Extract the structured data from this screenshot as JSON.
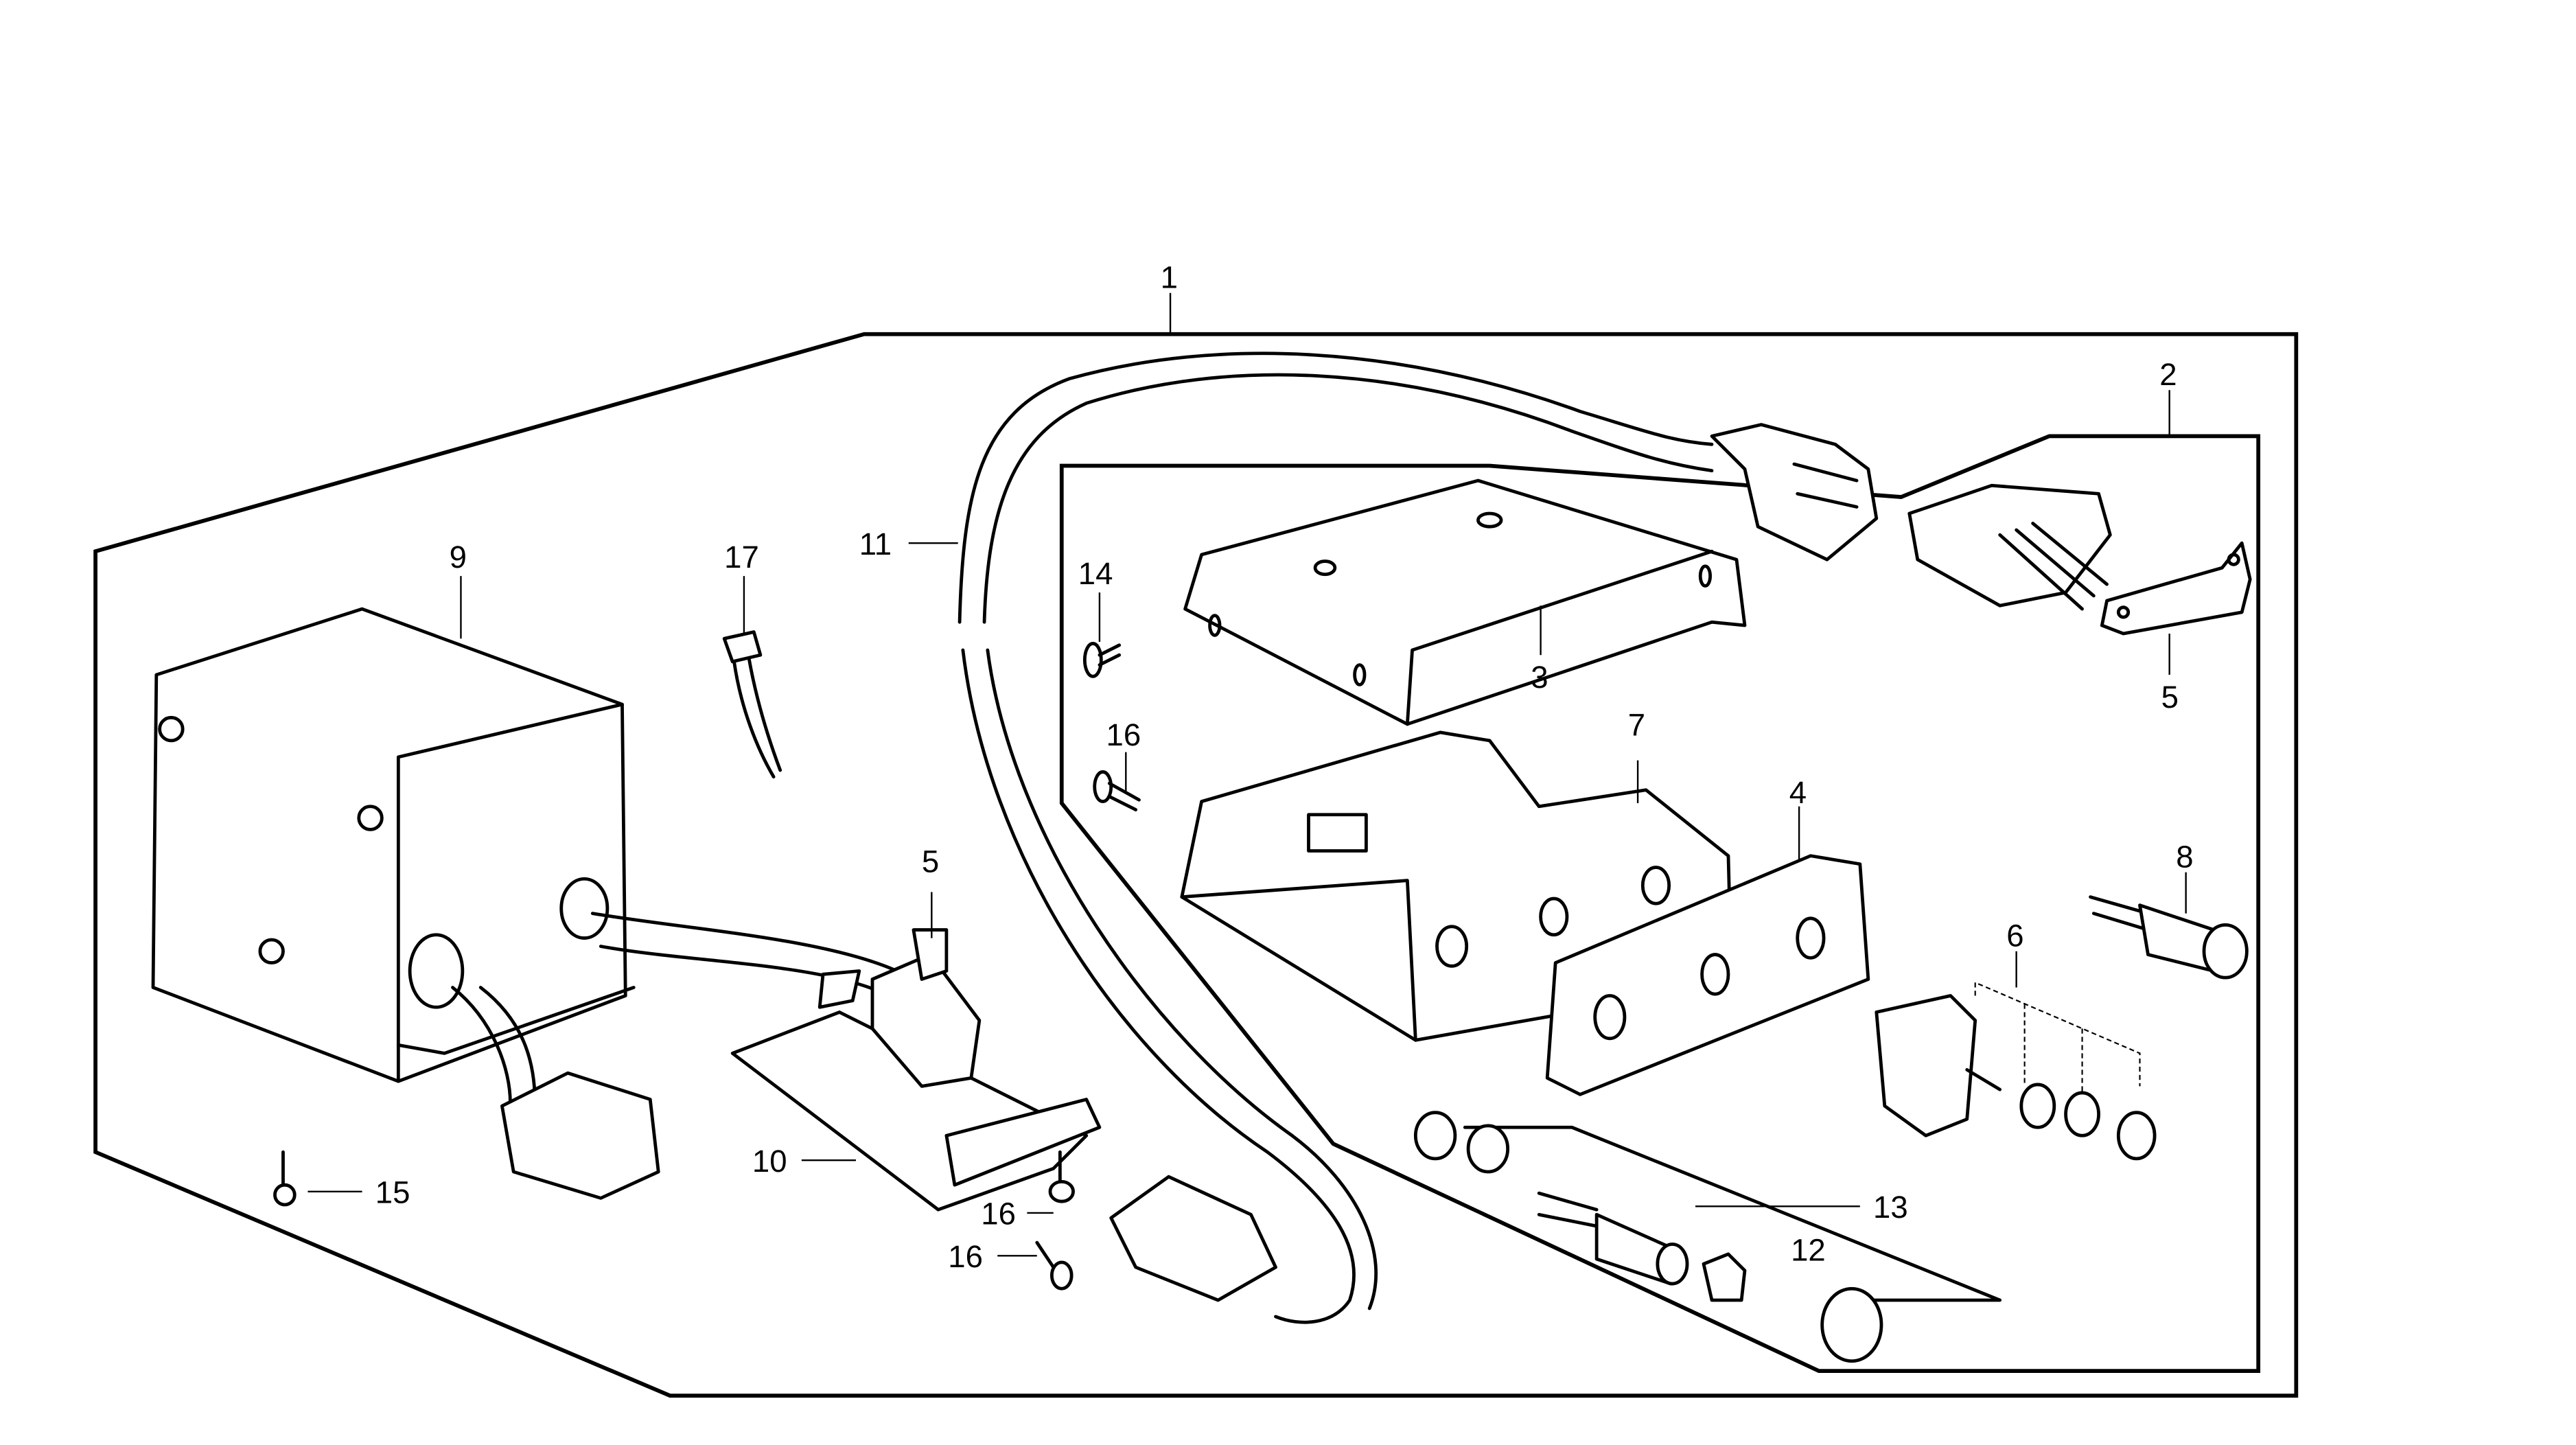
{
  "diagram": {
    "type": "exploded-parts-diagram",
    "callouts": [
      {
        "id": "callout-1",
        "label": "1"
      },
      {
        "id": "callout-2",
        "label": "2"
      },
      {
        "id": "callout-3",
        "label": "3"
      },
      {
        "id": "callout-4",
        "label": "4"
      },
      {
        "id": "callout-5a",
        "label": "5"
      },
      {
        "id": "callout-5b",
        "label": "5"
      },
      {
        "id": "callout-6",
        "label": "6"
      },
      {
        "id": "callout-7",
        "label": "7"
      },
      {
        "id": "callout-8",
        "label": "8"
      },
      {
        "id": "callout-9",
        "label": "9"
      },
      {
        "id": "callout-10",
        "label": "10"
      },
      {
        "id": "callout-11",
        "label": "11"
      },
      {
        "id": "callout-12",
        "label": "12"
      },
      {
        "id": "callout-13",
        "label": "13"
      },
      {
        "id": "callout-14",
        "label": "14"
      },
      {
        "id": "callout-15",
        "label": "15"
      },
      {
        "id": "callout-16a",
        "label": "16"
      },
      {
        "id": "callout-16b",
        "label": "16"
      },
      {
        "id": "callout-16c",
        "label": "16"
      },
      {
        "id": "callout-17",
        "label": "17"
      }
    ]
  }
}
